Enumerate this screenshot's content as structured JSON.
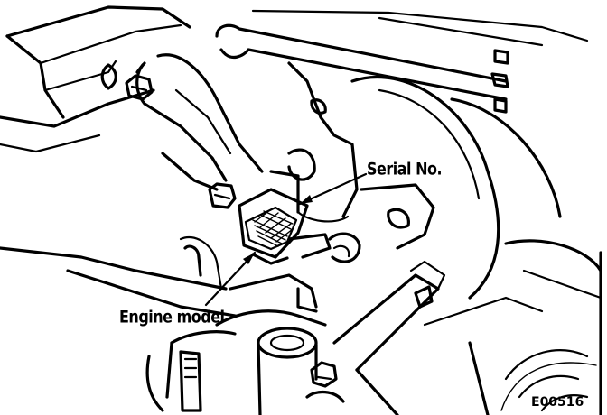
{
  "labels": {
    "serial_no": "Serial No.",
    "engine_model": "Engine model",
    "figure_code": "E00516"
  },
  "colors": {
    "line": "#000000",
    "background": "#ffffff"
  }
}
